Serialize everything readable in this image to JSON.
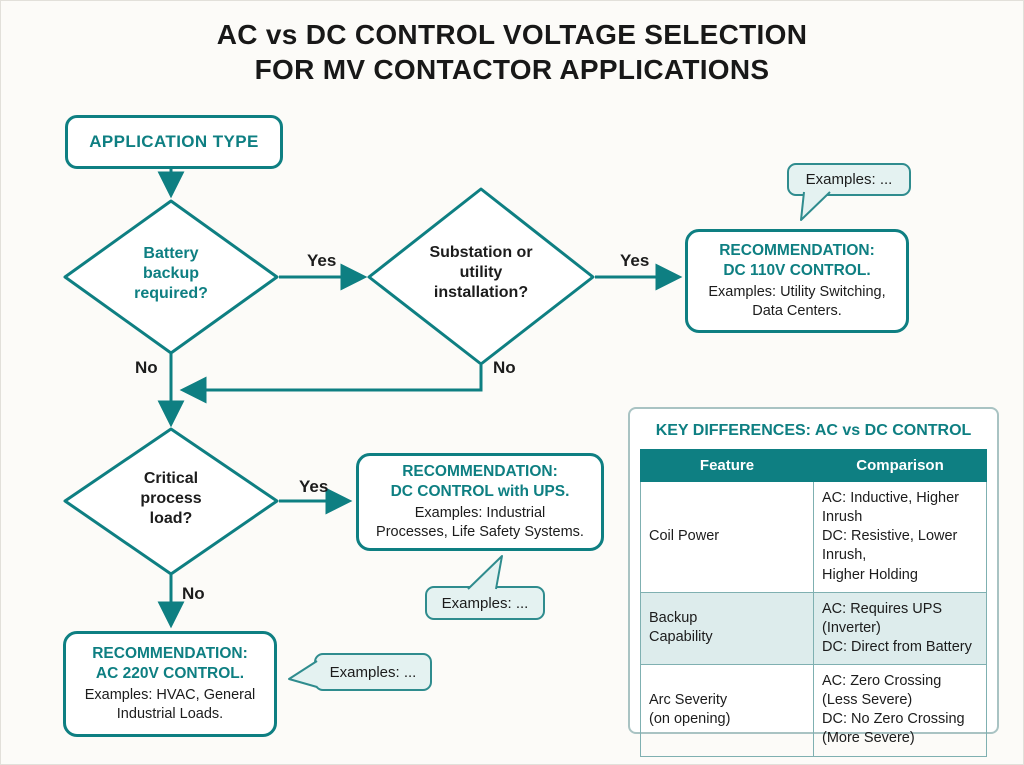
{
  "colors": {
    "teal": "#0e7f82",
    "dark": "#1c1c1c",
    "bubble_bg": "#e4f2f1",
    "alt_row_bg": "#ddecec"
  },
  "title": {
    "line1": "AC vs DC CONTROL VOLTAGE SELECTION",
    "line2": "FOR MV CONTACTOR APPLICATIONS"
  },
  "flow": {
    "start": {
      "label": "APPLICATION TYPE"
    },
    "decision_battery": {
      "label": "Battery backup required?"
    },
    "decision_substation": {
      "label": "Substation or utility installation?"
    },
    "decision_critical": {
      "label": "Critical process load?"
    },
    "labels": {
      "yes_battery": "Yes",
      "yes_substation": "Yes",
      "no_battery": "No",
      "no_substation": "No",
      "yes_critical": "Yes",
      "no_critical": "No"
    },
    "rec_dc110": {
      "title": "RECOMMENDATION:\nDC 110V CONTROL.",
      "body": "Examples: Utility Switching,\nData Centers."
    },
    "rec_dcups": {
      "title": "RECOMMENDATION:\nDC CONTROL with UPS.",
      "body": "Examples: Industrial\nProcesses, Life Safety Systems."
    },
    "rec_ac220": {
      "title": "RECOMMENDATION:\nAC 220V CONTROL.",
      "body": "Examples: HVAC, General\nIndustrial Loads."
    },
    "callouts": {
      "dc110": "Examples: ...",
      "dcups": "Examples: ...",
      "ac220": "Examples: ..."
    }
  },
  "key_differences": {
    "title": "KEY DIFFERENCES: AC vs DC CONTROL",
    "headers": [
      "Feature",
      "Comparison"
    ],
    "rows": [
      {
        "feature": "Coil Power",
        "comparison": "AC: Inductive, Higher Inrush\nDC: Resistive, Lower Inrush,\nHigher Holding"
      },
      {
        "feature": "Backup\nCapability",
        "comparison": "AC: Requires UPS (Inverter)\nDC: Direct from Battery"
      },
      {
        "feature": "Arc Severity\n(on opening)",
        "comparison": "AC: Zero Crossing\n(Less Severe)\nDC: No Zero Crossing\n(More Severe)"
      }
    ]
  }
}
